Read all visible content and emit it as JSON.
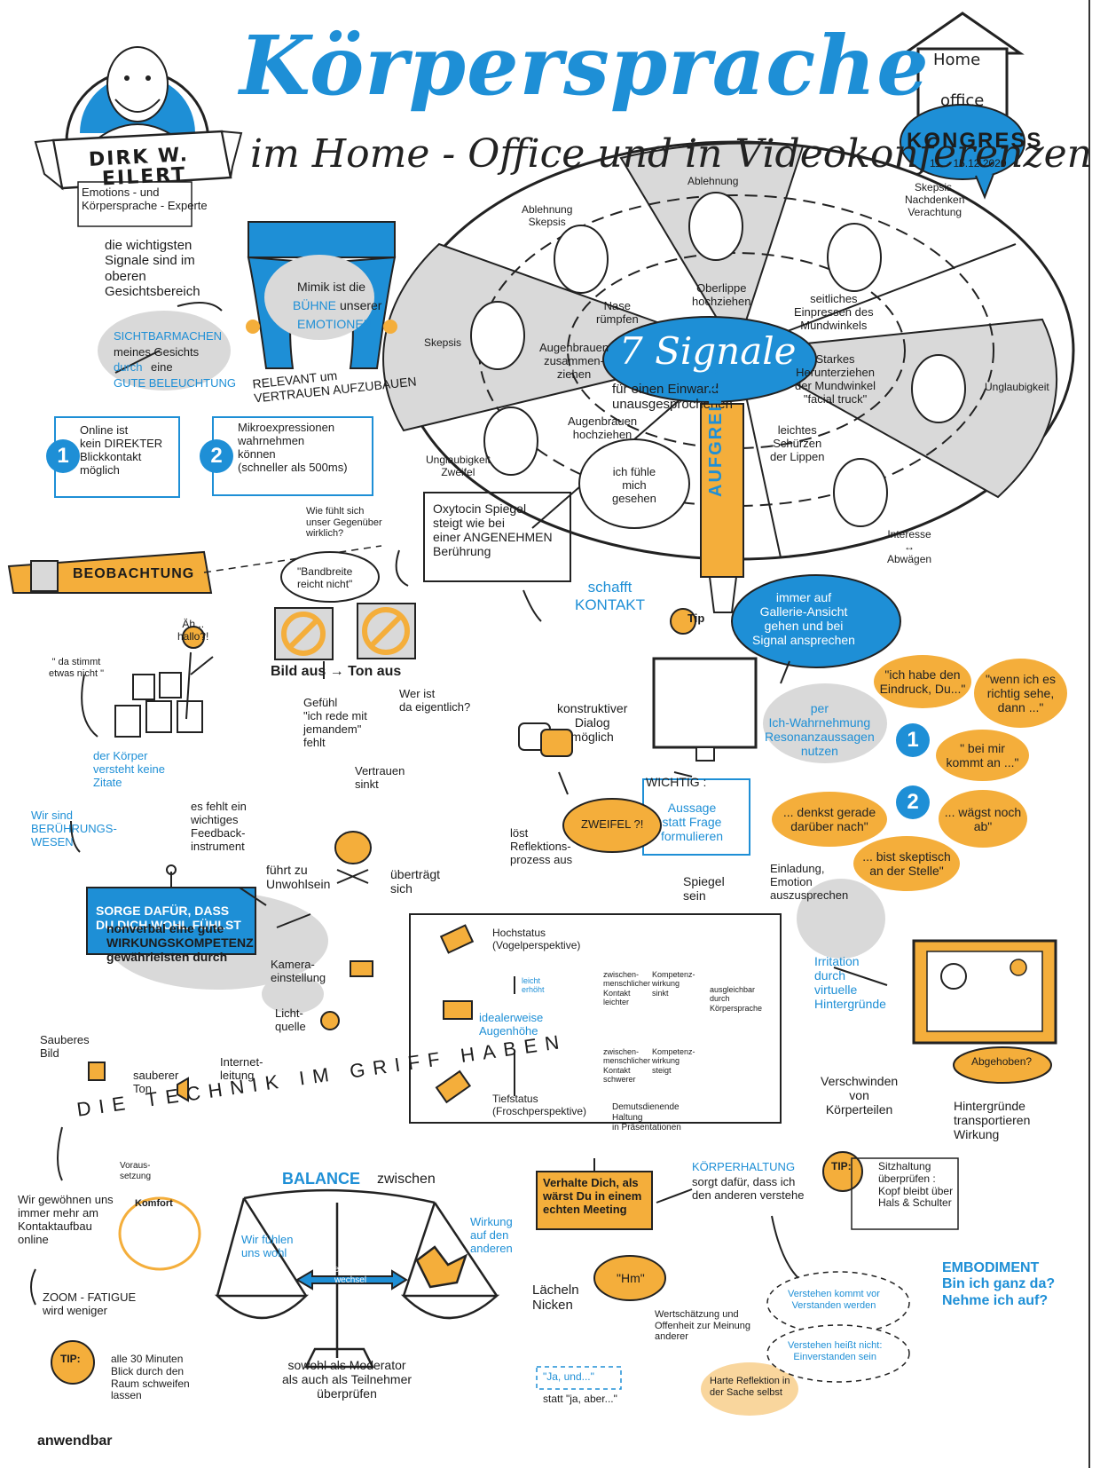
{
  "title": "Körpersprache",
  "subtitle": "im Home - Office und in Videokonferenzen",
  "speaker": {
    "name_line1": "DIRK W.",
    "name_line2": "EILERT",
    "role": "Emotions - und\nKörpersprache - Experte"
  },
  "congress": {
    "house_line1": "Home",
    "house_line2": "office",
    "name": "KONGRESS",
    "dates": "11. - 15.12.2020"
  },
  "signals": {
    "center_title": "7 Signale",
    "center_sub": "für einen Einwand\nunausgesprochenen",
    "banner": "AUFGREIFEN",
    "faces": [
      {
        "label": "Ablehnung\nSkepsis",
        "desc": "Nase\nrümpfen"
      },
      {
        "label": "Ablehnung",
        "desc": "Oberlippe\nhochziehen"
      },
      {
        "label": "Skepsis,\nNachdenken\nVerachtung",
        "desc": "seitliches\nEinpressen des\nMundwinkels"
      },
      {
        "label": "Skepsis",
        "desc": "Augenbrauen\nzusammen-\nziehen"
      },
      {
        "label": "Unglaubigkeit",
        "desc": "Starkes\nHerunterziehen\nder Mundwinkel\n\"facial truck\""
      },
      {
        "label": "Unglaubigkeit\nZweifel",
        "desc": "Augenbrauen\nhochziehen"
      },
      {
        "label": "Interesse\n↔\nAbwägen",
        "desc": "leichtes\nSchürzen\nder Lippen"
      }
    ]
  },
  "left_top": {
    "signals_text": "die wichtigsten\nSignale sind im\noberen\nGesichtsbereich",
    "stage_text_1": "Mimik ist die",
    "stage_text_2": "BÜHNE",
    "stage_text_3": "unserer",
    "stage_text_4": "EMOTIONEN",
    "relevant": "RELEVANT um\nVERTRAUEN AUFZUBAUEN",
    "sichtbar_1": "SICHTBARMACHEN",
    "sichtbar_2": "meines Gesichts",
    "sichtbar_3": "durch",
    "sichtbar_4": "eine",
    "sichtbar_5": "GUTE BELEUCHTUNG",
    "point1": "Online ist\nkein DIREKTER\nBlickkontakt\nmöglich",
    "point2": "Mikroexpressionen\nwahrnehmen\nkönnen\n(schneller als 500ms)",
    "num1": "1",
    "num2": "2",
    "question": "Wie fühlt sich\nunser Gegenüber\nwirklich?"
  },
  "oxytocin": {
    "text": "Oxytocin Spiegel\nsteigt wie bei\neiner ANGENEHMEN\nBerührung",
    "cloud": "ich fühle\nmich\ngesehen",
    "kontakt": "schafft\nKONTAKT"
  },
  "beobachtung": {
    "label": "BEOBACHTUNG",
    "bandbreite": "\"Bandbreite\nreicht nicht\"",
    "bild_ton": "Bild aus → Ton aus",
    "aeh": "Äh...\nhallo?!",
    "stimmt": "\" da stimmt\netwas nicht \"",
    "koerper": "der Körper\nversteht keine\nZitate",
    "beruehrung": "Wir sind\nBERÜHRUNGS-\nWESEN",
    "gefuehl": "Gefühl\n\"ich rede mit\njemandem\"\nfehlt",
    "wer": "Wer ist\nda eigentlich?",
    "vertrauen": "Vertrauen\nsinkt",
    "feedback": "es fehlt ein\nwichtiges\nFeedback-\ninstrument",
    "unwohl": "führt zu\nUnwohlsein",
    "uebertraegt": "überträgt\nsich"
  },
  "tipp_galerie": {
    "tip": "Tip",
    "text": "immer auf\nGallerie-Ansicht\ngehen und bei\nSignal ansprechen",
    "dialog": "konstruktiver\nDialog\nmöglich",
    "ich_wahrnehmung": "per\nIch-Wahrnehmung\nResonanzaussagen\nnutzen",
    "wichtig": "WICHTIG :",
    "aussage": "Aussage\nstatt Frage\nformulieren",
    "zweifel": "ZWEIFEL ?!",
    "loest": "löst\nReflektions-\nprozess aus",
    "spiegel": "Spiegel\nsein",
    "einladung": "Einladung,\nEmotion\nauszusprechen",
    "bubbles1": [
      "\"ich habe den\nEindruck, Du...\"",
      "\"wenn ich es\nrichtig sehe,\ndann ...\"",
      "\" bei mir\nkommt an ...\""
    ],
    "bubbles2": [
      "... denkst gerade\ndarüber nach\"",
      "... wägst noch\nab\"",
      "... bist skeptisch\nan der Stelle\""
    ],
    "num1": "1",
    "num2": "2"
  },
  "technik": {
    "sorge": "SORGE DAFÜR, DASS\nDU DICH WOHL FÜHLST",
    "wirkung": "nonverbal eine gute\nWIRKUNGSKOMPETENZ\ngewährleisten durch",
    "kamera": "Kamera-\neinstellung",
    "licht": "Licht-\nquelle",
    "internet": "Internet-\nleitung",
    "bild": "Sauberes\nBild",
    "ton": "sauberer\nTon",
    "griff": "DIE TECHNIK IM GRIFF HABEN"
  },
  "perspektive": {
    "hoch": "Hochstatus\n(Vogelperspektive)",
    "ideal": "idealerweise\nAugenhöhe",
    "tief": "Tiefstatus\n(Froschperspektive)",
    "leicht_erhoeht": "leicht\nerhöht",
    "kontakt_leichter": "zwischen-\nmenschlicher\nKontakt\nleichter",
    "kompetenz_sinkt": "Kompetenz-\nwirkung\nsinkt",
    "ausgleichbar": "ausgleichbar\ndurch\nKörpersprache",
    "kontakt_schwerer": "zwischen-\nmenschlicher\nKontakt\nschwerer",
    "kompetenz_steigt": "Kompetenz-\nwirkung\nsteigt",
    "demut": "Demutsdienende\nHaltung\nin Präsentationen"
  },
  "hintergrund": {
    "irritation": "Irritation\ndurch\nvirtuelle\nHintergründe",
    "verschwinden": "Verschwinden\nvon\nKörperteilen",
    "abgehoben": "Abgehoben?",
    "transport": "Hintergründe\ntransportieren\nWirkung"
  },
  "bottom_left": {
    "voraus": "Voraus-\nsetzung",
    "gewoehnen": "Wir gewöhnen uns\nimmer mehr am\nKontaktaufbau\nonline",
    "komfort": "Komfort",
    "zoom": "ZOOM - FATIGUE\nwird weniger",
    "tip": "TIP:",
    "tip_text": "alle 30 Minuten\nBlick durch den\nRaum schweifen\nlassen"
  },
  "balance": {
    "title_1": "BALANCE",
    "title_2": "zwischen",
    "left": "Wir fühlen\nuns wohl",
    "right": "Wirkung\nauf den\nanderen",
    "center": "Perspektiv-\nwechsel",
    "bottom": "sowohl als Moderator\nals auch als Teilnehmer\nüberprüfen"
  },
  "meeting": {
    "verhalte": "Verhalte Dich, als\nwärst Du in einem\nechten Meeting",
    "koerperhaltung": "KÖRPERHALTUNG",
    "sorgt": "sorgt dafür, dass ich\nden anderen verstehe",
    "tip": "TIP:",
    "sitzhaltung": "Sitzhaltung\nüberprüfen :\nKopf bleibt über\nHals & Schulter",
    "hm": "\"Hm\"",
    "laecheln": "Lächeln\nNicken",
    "wertschaetzung": "Wertschätzung und\nOffenheit zur Meinung\nanderer",
    "ja_und": "\"Ja, und...\"",
    "statt": "statt \"ja, aber...\"",
    "harte": "Harte Reflektion in\nder Sache selbst",
    "verstehen1": "Verstehen kommt vor\nVerstanden werden",
    "verstehen2": "Verstehen heißt nicht:\nEinverstanden sein",
    "embodiment": "EMBODIMENT\nBin ich ganz da?\nNehme ich auf?"
  },
  "logo": "anwendbar",
  "colors": {
    "blue": "#1e8fd6",
    "orange": "#f4ae3b",
    "gray": "#d9d9d9"
  }
}
